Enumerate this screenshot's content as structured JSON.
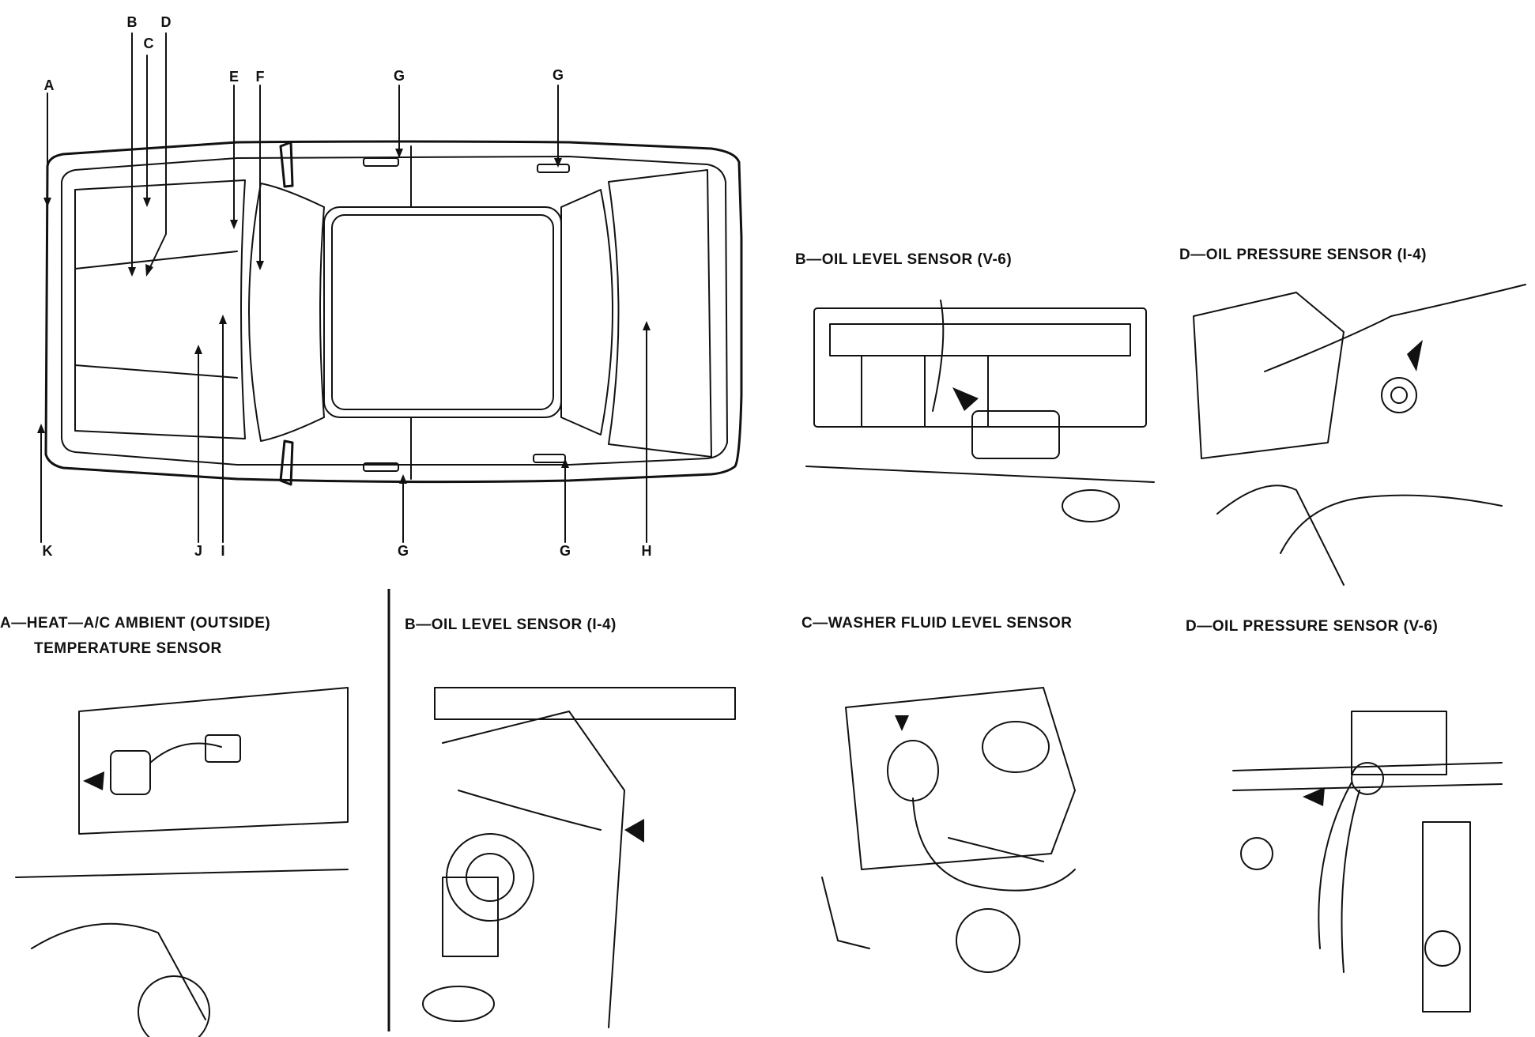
{
  "callouts": {
    "a": "A",
    "b": "B",
    "c": "C",
    "d": "D",
    "e": "E",
    "f": "F",
    "g1": "G",
    "g2": "G",
    "g3": "G",
    "g4": "G",
    "h": "H",
    "i": "I",
    "j": "J",
    "k": "K"
  },
  "captions": {
    "b_v6": "B—OIL LEVEL SENSOR (V-6)",
    "d_i4": "D—OIL PRESSURE SENSOR (I-4)",
    "a_line1": "A—HEAT—A/C AMBIENT (OUTSIDE)",
    "a_line2": "TEMPERATURE SENSOR",
    "b_i4": "B—OIL LEVEL SENSOR (I-4)",
    "c": "C—WASHER FLUID LEVEL SENSOR",
    "d_v6": "D—OIL PRESSURE SENSOR (V-6)"
  }
}
